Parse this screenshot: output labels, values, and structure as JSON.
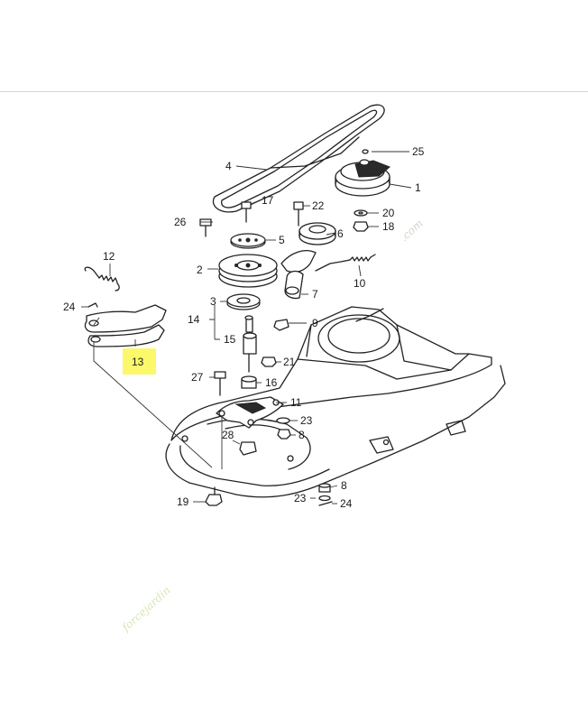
{
  "diagram": {
    "labels": [
      {
        "id": "1",
        "text": "1"
      },
      {
        "id": "2",
        "text": "2"
      },
      {
        "id": "3",
        "text": "3"
      },
      {
        "id": "4",
        "text": "4"
      },
      {
        "id": "5",
        "text": "5"
      },
      {
        "id": "6",
        "text": "6"
      },
      {
        "id": "7",
        "text": "7"
      },
      {
        "id": "8a",
        "text": "8"
      },
      {
        "id": "8b",
        "text": "8"
      },
      {
        "id": "9",
        "text": "9"
      },
      {
        "id": "10",
        "text": "10"
      },
      {
        "id": "11",
        "text": "11"
      },
      {
        "id": "12",
        "text": "12"
      },
      {
        "id": "13",
        "text": "13"
      },
      {
        "id": "14",
        "text": "14"
      },
      {
        "id": "15",
        "text": "15"
      },
      {
        "id": "16",
        "text": "16"
      },
      {
        "id": "17",
        "text": "17"
      },
      {
        "id": "18",
        "text": "18"
      },
      {
        "id": "19",
        "text": "19"
      },
      {
        "id": "20",
        "text": "20"
      },
      {
        "id": "21",
        "text": "21"
      },
      {
        "id": "22",
        "text": "22"
      },
      {
        "id": "23a",
        "text": "23"
      },
      {
        "id": "23b",
        "text": "23"
      },
      {
        "id": "24a",
        "text": "24"
      },
      {
        "id": "24b",
        "text": "24"
      },
      {
        "id": "25",
        "text": "25"
      },
      {
        "id": "26",
        "text": "26"
      },
      {
        "id": "27",
        "text": "27"
      },
      {
        "id": "28",
        "text": "28"
      }
    ],
    "highlighted_part": "13",
    "highlight_color": "#fbf86c"
  },
  "watermark": {
    "green_text": "forcejardin",
    "gray_text": ".com",
    "green_color": "#c5df95",
    "gray_color": "#c7c0b7"
  }
}
